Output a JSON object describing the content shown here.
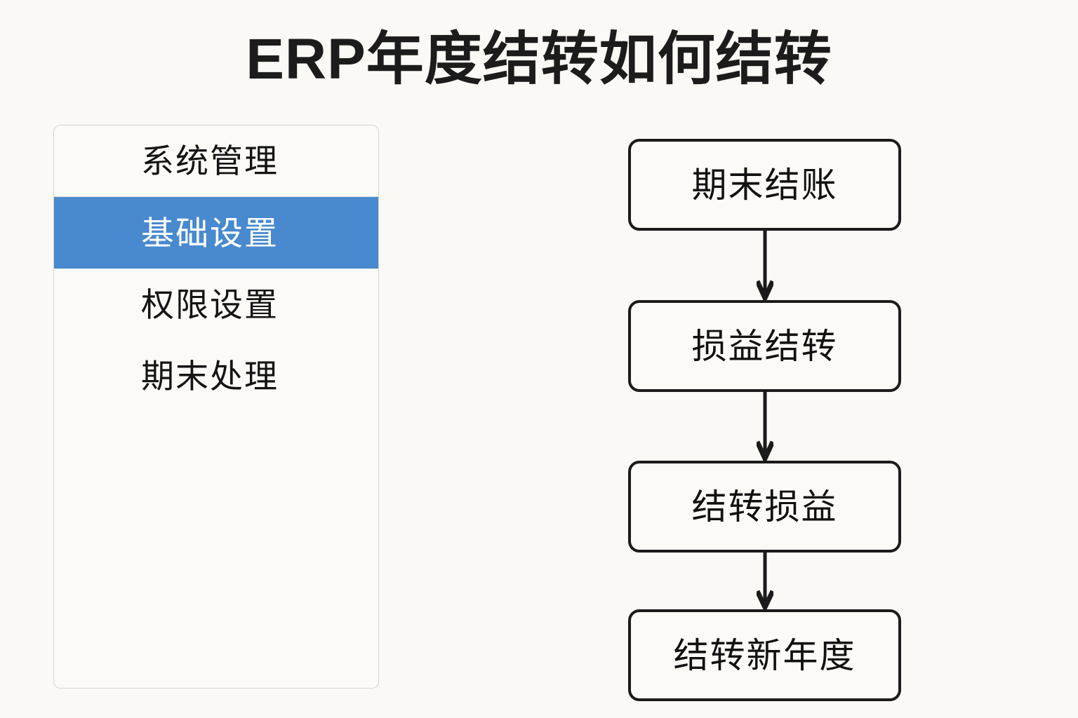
{
  "page": {
    "title": "ERP年度结转如何结转",
    "background_color": "#faf9f5"
  },
  "sidebar": {
    "panel_border_color": "#d6d4d0",
    "active_color": "#4889cf",
    "items": [
      {
        "label": "系统管理",
        "active": false
      },
      {
        "label": "基础设置",
        "active": true
      },
      {
        "label": "权限设置",
        "active": false
      },
      {
        "label": "期末处理",
        "active": false
      }
    ]
  },
  "flowchart": {
    "border_color": "#1b1b1b",
    "steps": [
      {
        "label": "期末结账"
      },
      {
        "label": "损益结转"
      },
      {
        "label": "结转损益"
      },
      {
        "label": "结转新年度"
      }
    ],
    "arrows": [
      {
        "from": "期末结账",
        "to": "损益结转",
        "direction": "down"
      },
      {
        "from": "损益结转",
        "to": "结转损益",
        "direction": "down"
      },
      {
        "from": "结转损益",
        "to": "结转新年度",
        "direction": "down"
      }
    ]
  }
}
